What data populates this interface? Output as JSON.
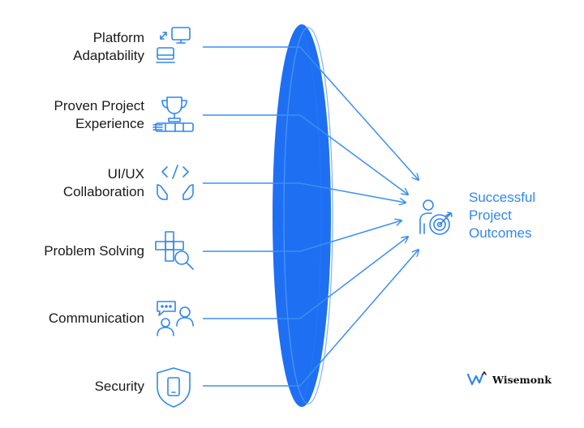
{
  "factors": [
    {
      "line1": "Platform",
      "line2": "Adaptability",
      "icon": "platform-devices-icon"
    },
    {
      "line1": "Proven Project",
      "line2": "Experience",
      "icon": "trophy-icon"
    },
    {
      "line1": "UI/UX",
      "line2": "Collaboration",
      "icon": "code-hands-icon"
    },
    {
      "line1": "Problem Solving",
      "line2": "",
      "icon": "puzzle-search-icon"
    },
    {
      "line1": "Communication",
      "line2": "",
      "icon": "people-chat-icon"
    },
    {
      "line1": "Security",
      "line2": "",
      "icon": "shield-device-icon"
    }
  ],
  "outcome": {
    "line1": "Successful",
    "line2": "Project",
    "line3": "Outcomes",
    "icon": "person-target-icon"
  },
  "brand": {
    "name": "Wisemonk",
    "icon": "wisemonk-logo"
  },
  "colors": {
    "accent": "#2f86f2",
    "lens": "#1f6ff2",
    "text": "#1a1a1a"
  }
}
